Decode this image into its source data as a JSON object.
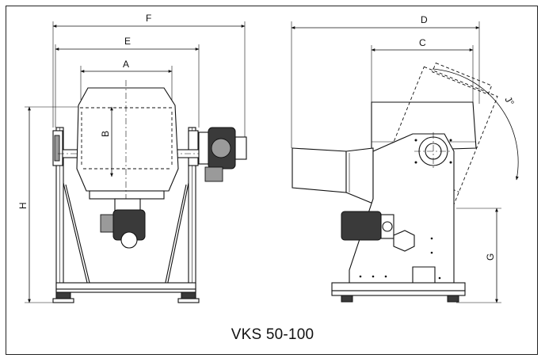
{
  "diagram": {
    "caption": "VKS 50-100",
    "front_view": {
      "dimensions": {
        "F": "F",
        "E": "E",
        "A": "A",
        "B": "B",
        "H": "H"
      }
    },
    "side_view": {
      "dimensions": {
        "D": "D",
        "C": "C",
        "G": "G",
        "angle": "J°"
      }
    }
  }
}
